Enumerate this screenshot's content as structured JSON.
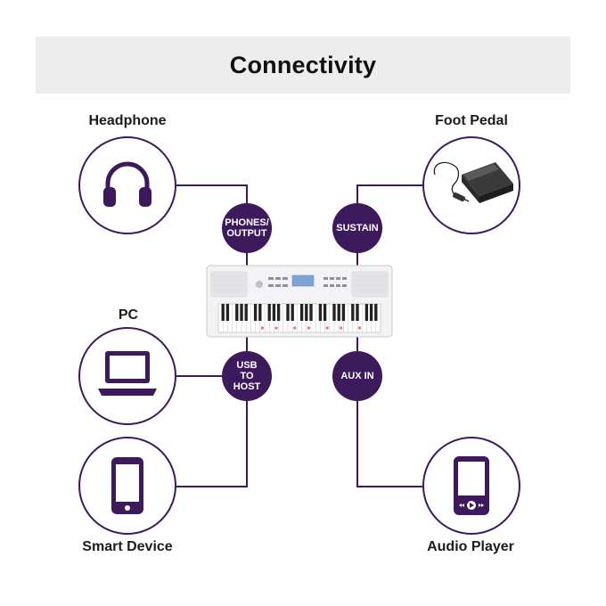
{
  "title": "Connectivity",
  "devices": {
    "headphone": "Headphone",
    "foot_pedal": "Foot Pedal",
    "pc": "PC",
    "smart_device": "Smart Device",
    "audio_player": "Audio Player"
  },
  "ports": {
    "phones_output": "PHONES/\nOUTPUT",
    "sustain": "SUSTAIN",
    "usb_to_host": "USB\nTO\nHOST",
    "aux_in": "AUX IN"
  },
  "colors": {
    "accent": "#3c1a5b",
    "title_bg": "#ededed"
  },
  "icons": [
    "headphones-icon",
    "foot-pedal-icon",
    "laptop-icon",
    "smartphone-icon",
    "audio-player-icon",
    "keyboard-image"
  ]
}
